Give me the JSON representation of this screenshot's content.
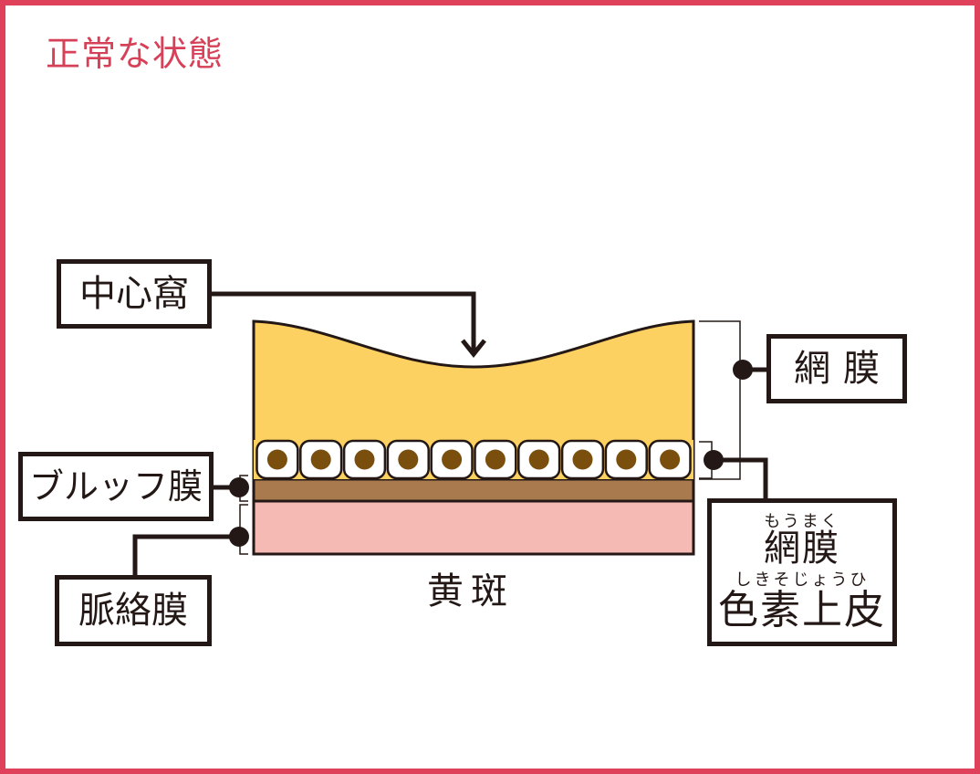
{
  "title": "正常な状態",
  "labels": {
    "fovea": "中心窩",
    "retina": "網膜",
    "bruch": "ブルッフ膜",
    "choroid": "脈絡膜",
    "macula": "黄斑",
    "rpe_ruby_1": "もうまく",
    "rpe_line_1": "網膜",
    "rpe_ruby_2": "しきそじょうひ",
    "rpe_line_2": "色素上皮"
  },
  "colors": {
    "frame": "#e0415a",
    "title": "#d64158",
    "retina": "#fdd062",
    "rpe_cell": "#ffffff",
    "nucleus": "#7a4f0e",
    "bruch": "#a97a4e",
    "choroid": "#f6bab4",
    "stroke": "#231815"
  },
  "rpe_cell_count": 10
}
